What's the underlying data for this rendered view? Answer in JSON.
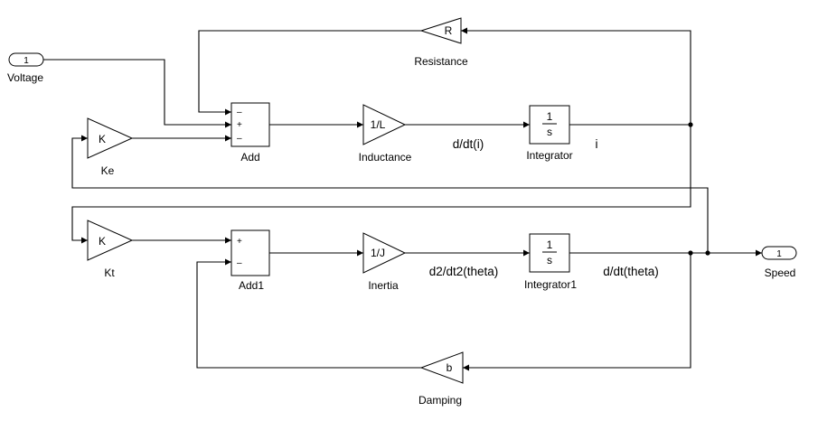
{
  "ports": {
    "voltage": {
      "number": "1",
      "label": "Voltage"
    },
    "speed": {
      "number": "1",
      "label": "Speed"
    }
  },
  "blocks": {
    "resistance": {
      "text": "R",
      "label": "Resistance"
    },
    "ke": {
      "text": "K",
      "label": "Ke"
    },
    "kt": {
      "text": "K",
      "label": "Kt"
    },
    "add": {
      "label": "Add",
      "signs": [
        "–",
        "+",
        "–"
      ]
    },
    "add1": {
      "label": "Add1",
      "signs": [
        "+",
        "–"
      ]
    },
    "inductance": {
      "text": "1/L",
      "label": "Inductance"
    },
    "inertia": {
      "text": "1/J",
      "label": "Inertia"
    },
    "integrator": {
      "num": "1",
      "den": "s",
      "label": "Integrator"
    },
    "integrator1": {
      "num": "1",
      "den": "s",
      "label": "Integrator1"
    },
    "damping": {
      "text": "b",
      "label": "Damping"
    }
  },
  "signals": {
    "di_dt": "d/dt(i)",
    "i": "i",
    "d2theta": "d2/dt2(theta)",
    "dtheta": "d/dt(theta)"
  }
}
